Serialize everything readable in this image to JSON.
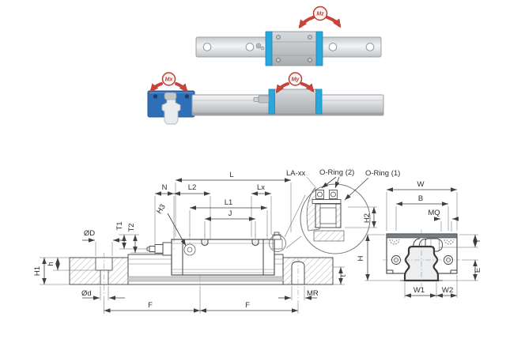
{
  "pictorial": {
    "badges": {
      "mz": "Mz",
      "mx": "Mx",
      "my": "My"
    }
  },
  "drawing": {
    "callout": {
      "la": "LA-xx",
      "oring2": "O-Ring (2)",
      "oring1": "O-Ring (1)",
      "H2": "H2"
    },
    "side_view": {
      "L": "L",
      "N": "N",
      "L2": "L2",
      "Lx": "Lx",
      "L1": "L1",
      "J": "J",
      "H3": "H3",
      "T1": "T1",
      "T2": "T2",
      "OD": "ØD",
      "h": "h",
      "H1": "H1",
      "Od": "Ød",
      "F1": "F",
      "F2": "F",
      "MR": "MR",
      "t": "t"
    },
    "front_view": {
      "W": "W",
      "B": "B",
      "MQ": "MQ",
      "H": "H",
      "l": "l",
      "E": "E",
      "W1": "W1",
      "W2": "W2"
    }
  },
  "colors": {
    "accent_cyan": "#29a7dc",
    "block_blue": "#2f6fb8",
    "moment_red": "#c5453a",
    "line": "#3f3f3f"
  }
}
